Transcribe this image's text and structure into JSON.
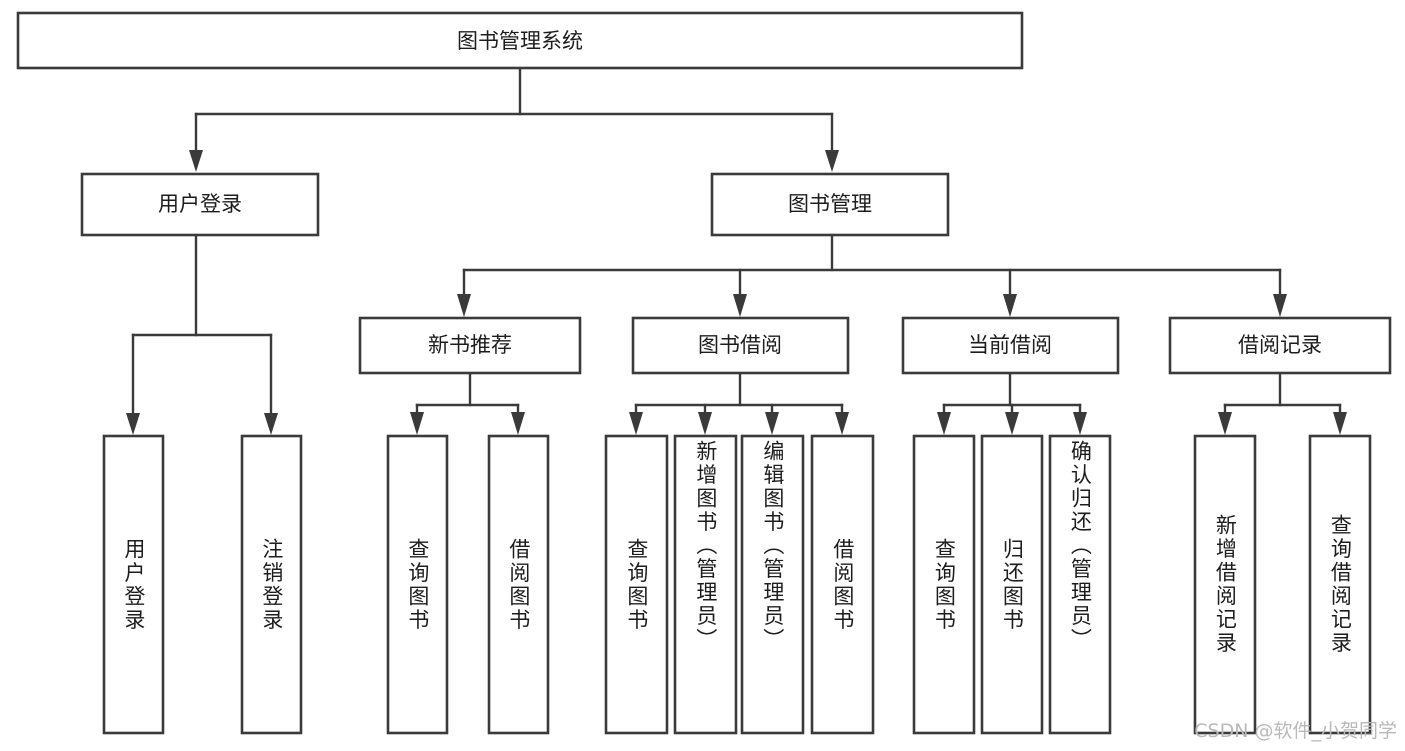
{
  "diagram": {
    "type": "hierarchy-tree",
    "title": "图书管理系统",
    "watermark": "CSDN @软件_小贺同学",
    "colors": {
      "box_stroke": "#3a3a3a",
      "box_fill": "#ffffff",
      "text": "#1d1d1d",
      "watermark": "#b9b9b9",
      "background": "#ffffff"
    },
    "root": {
      "label": "图书管理系统"
    },
    "level1": [
      {
        "label": "用户登录"
      },
      {
        "label": "图书管理"
      }
    ],
    "level2": [
      {
        "label": "新书推荐"
      },
      {
        "label": "图书借阅"
      },
      {
        "label": "当前借阅"
      },
      {
        "label": "借阅记录"
      }
    ],
    "leaves": {
      "user_login": [
        {
          "label": "用户登录"
        },
        {
          "label": "注销登录"
        }
      ],
      "new_book_recommend": [
        {
          "label": "查询图书"
        },
        {
          "label": "借阅图书"
        }
      ],
      "book_borrow": [
        {
          "label": "查询图书"
        },
        {
          "label": "新增图书（管理员）"
        },
        {
          "label": "编辑图书（管理员）"
        },
        {
          "label": "借阅图书"
        }
      ],
      "current_borrow": [
        {
          "label": "查询图书"
        },
        {
          "label": "归还图书"
        },
        {
          "label": "确认归还（管理员）"
        }
      ],
      "borrow_record": [
        {
          "label": "新增借阅记录"
        },
        {
          "label": "查询借阅记录"
        }
      ]
    }
  }
}
